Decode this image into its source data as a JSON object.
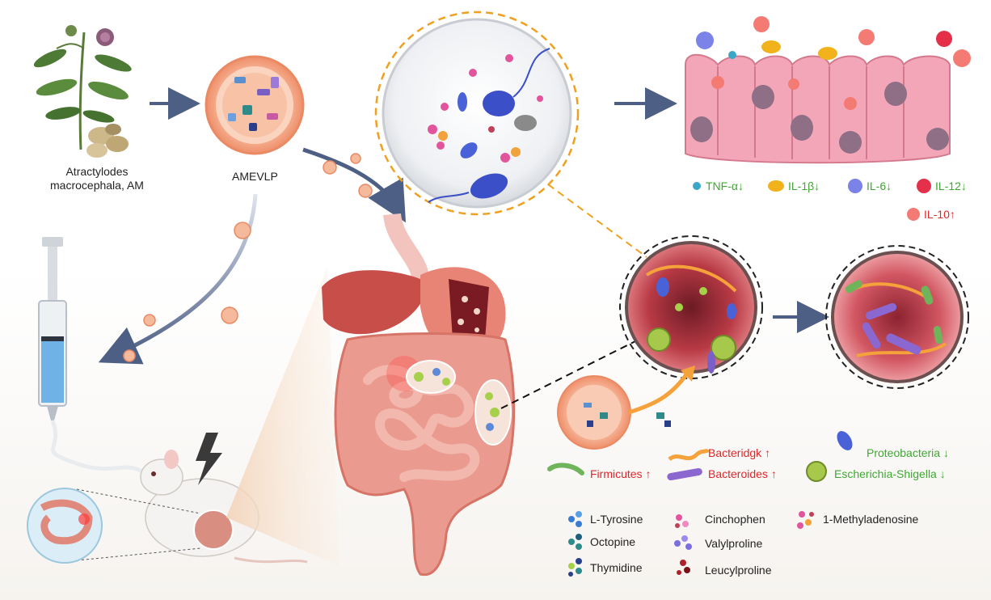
{
  "labels": {
    "plant": "Atractylodes macrocephala, AM",
    "plant_line1": "Atractylodes",
    "plant_line2": "macrocephala, AM",
    "vesicle": "AMEVLP"
  },
  "cytokines": [
    {
      "name": "TNF-α↓",
      "color": "#3ea832"
    },
    {
      "name": "IL-1β↓",
      "color": "#3ea832"
    },
    {
      "name": "IL-6↓",
      "color": "#3ea832"
    },
    {
      "name": "IL-12↓",
      "color": "#3ea832"
    },
    {
      "name": "IL-10↑",
      "color": "#e0262a"
    }
  ],
  "bacteria": [
    {
      "name": "Firmicutes ↑",
      "color": "#e0262a"
    },
    {
      "name": "Bacteridgk ↑",
      "color": "#e0262a"
    },
    {
      "name": "Bacteroides ↑",
      "color": "#e0262a"
    },
    {
      "name": "Proteobacteria ↓",
      "color": "#3ea832"
    },
    {
      "name": "Escherichia-Shigella ↓",
      "color": "#3ea832"
    }
  ],
  "metabolites": [
    {
      "name": "L-Tyrosine"
    },
    {
      "name": "Octopine"
    },
    {
      "name": "Thymidine"
    },
    {
      "name": "Cinchophen"
    },
    {
      "name": "Valylproline"
    },
    {
      "name": "Leucylproline"
    },
    {
      "name": "1-Methyladenosine"
    }
  ],
  "colors": {
    "arrow": "#4e5f86",
    "cell": "#f0a9b8",
    "nucleus": "#8e6f86",
    "gut": "#e58a7e",
    "up": "#e0262a",
    "down": "#3ea832",
    "dashed_orange": "#f0a020"
  }
}
